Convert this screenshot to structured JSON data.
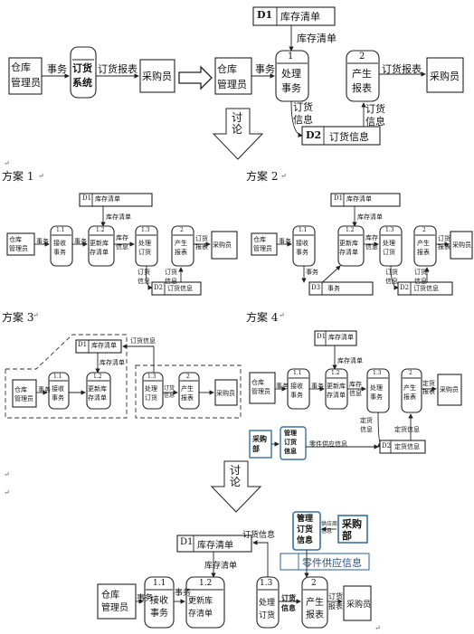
{
  "diagram0": {
    "clerk": [
      "仓库",
      "管理员"
    ],
    "system": [
      "订货",
      "系统"
    ],
    "buyer": "采购员",
    "flow_tx": "事务",
    "flow_report": "订货报表"
  },
  "diagram0b": {
    "d1_id": "D1",
    "d1_name": "库存清单",
    "flow_stock": "库存清单",
    "clerk": [
      "仓库",
      "管理员"
    ],
    "flow_tx": "事务",
    "p1_no": "1",
    "p1_name": [
      "处理",
      "事务"
    ],
    "p2_no": "2",
    "p2_name": [
      "产生",
      "报表"
    ],
    "flow_report": "订货报表",
    "buyer": "采购员",
    "flow_order_a": [
      "订货",
      "信息"
    ],
    "flow_order_b": [
      "订货",
      "信息"
    ],
    "d2_id": "D2",
    "d2_name": "订货信息"
  },
  "discuss": [
    "讨",
    "论"
  ],
  "plans": {
    "p1": "方案 1",
    "p2": "方案 2",
    "p3": "方案 3",
    "p4": "方案 4"
  },
  "plan1": {
    "d1": "D1",
    "d1n": "库存清单",
    "stock_flow": "库存清单",
    "clerk": [
      "仓库",
      "管理员"
    ],
    "tx": "事务",
    "p11": "1.1",
    "p11n": [
      "接收",
      "事务"
    ],
    "tx2": "事务",
    "p12": "1.2",
    "p12n": [
      "更新库",
      "存清单"
    ],
    "stock_info": [
      "库存",
      "信息"
    ],
    "p13": "1.3",
    "p13n": [
      "处理",
      "订货"
    ],
    "p2": "2",
    "p2n": [
      "产生",
      "报表"
    ],
    "report": [
      "订货",
      "报表"
    ],
    "buyer": "采购员",
    "order_a": [
      "订货",
      "信息"
    ],
    "order_b": [
      "订货",
      "信息"
    ],
    "d2": "D2",
    "d2n": "订货信息"
  },
  "plan2": {
    "d1": "D1",
    "d1n": "库存清单",
    "stock_flow": "库存清单",
    "clerk": [
      "仓库",
      "管理员"
    ],
    "tx": "事务",
    "p11": "1.1",
    "p11n": [
      "接收",
      "事务"
    ],
    "p12": "1.2",
    "p12n": [
      "更新库",
      "存清单"
    ],
    "stock_info": [
      "库存",
      "信息"
    ],
    "p13": "1.3",
    "p13n": [
      "处理",
      "订货"
    ],
    "p2": "2",
    "p2n": [
      "产生",
      "报表"
    ],
    "report": [
      "订货",
      "报表"
    ],
    "buyer": "采购员",
    "tx_down": "事务",
    "order_a": [
      "订货",
      "信息"
    ],
    "order_b": [
      "订货",
      "信息"
    ],
    "d3": "D3",
    "d3n": "事务",
    "d2": "D2",
    "d2n": "订货信息"
  },
  "plan3": {
    "d1": "D1",
    "d1n": "库存清单",
    "order_info": "订货信息",
    "stock_flow": "库存清单",
    "clerk": [
      "仓库",
      "管理员"
    ],
    "tx": "事务",
    "p11": "1.1",
    "p11n": [
      "接收",
      "事务"
    ],
    "p12": "1.2",
    "p12n": [
      "更新库",
      "存清单"
    ],
    "p13": "1.3",
    "p13n": [
      "处理",
      "订货"
    ],
    "order_flow": [
      "订货",
      "信息"
    ],
    "p2": "2",
    "p2n": [
      "产生",
      "报表"
    ],
    "buyer": "采购员"
  },
  "plan4": {
    "d1": "D1",
    "d1n": "库存清单",
    "stock_flow": "库存清单",
    "clerk": [
      "仓库",
      "管理员"
    ],
    "tx": "事务",
    "p11": "1.1",
    "p11n": [
      "接收",
      "事务"
    ],
    "tx2": "事务",
    "p12": "1.2",
    "p12n": [
      "更新库",
      "存清单"
    ],
    "stock_info": [
      "库存",
      "信息"
    ],
    "p13": "1.3",
    "p13n": [
      "处理",
      "事务"
    ],
    "p2": "2",
    "p2n": [
      "产生",
      "报表"
    ],
    "report": [
      "定货",
      "报表"
    ],
    "buyer": "采购员",
    "order_a": [
      "定货",
      "信息"
    ],
    "order_b": "定货信息",
    "d2": "D2",
    "d2n": "定货信息",
    "buyer_box": [
      "采购",
      "部"
    ],
    "manage_box": [
      "管理",
      "订货",
      "信息"
    ],
    "parts_flow": "零件供应信息"
  },
  "final": {
    "d1": "D1",
    "d1n": "库存清单",
    "order_info": "订货信息",
    "stock_flow": "库存清单",
    "manage_box": [
      "管理",
      "订货",
      "信息"
    ],
    "parts_small": [
      "供应商",
      "信息"
    ],
    "buyer_dept": [
      "采购",
      "部"
    ],
    "parts_flow": "零件供应信息",
    "clerk": [
      "仓库",
      "管理员"
    ],
    "tx": "事务",
    "p11": "1.1",
    "p11n": [
      "接收",
      "事务"
    ],
    "tx2": "事务",
    "p12": "1.2",
    "p12n": [
      "更新库",
      "存清单"
    ],
    "p13": "1.3",
    "p13n": [
      "处理",
      "订货"
    ],
    "order_flow": [
      "订货",
      "信息"
    ],
    "p2": "2",
    "p2n": [
      "产生",
      "报表"
    ],
    "report": [
      "订货",
      "报表"
    ],
    "buyer": "采购员"
  },
  "para_mark": "↵"
}
